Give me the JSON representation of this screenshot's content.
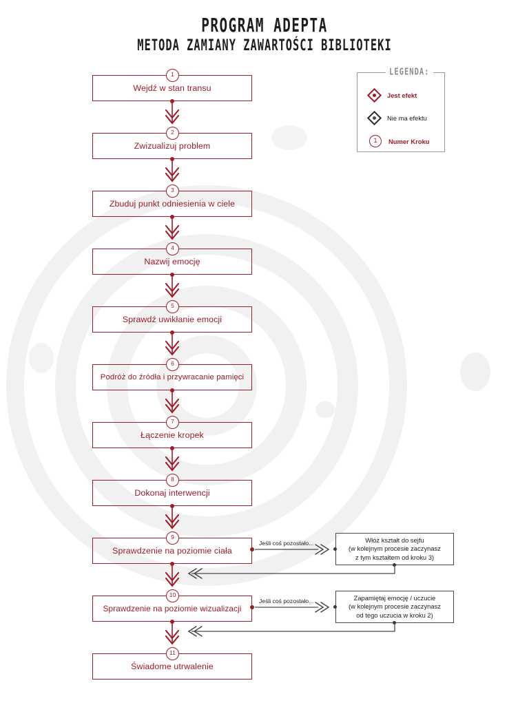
{
  "header": {
    "title": "PROGRAM ADEPTA",
    "subtitle": "METODA ZAMIANY ZAWARTOŚCI BIBLIOTEKI"
  },
  "colors": {
    "accent_red": "#9E1B2A",
    "dark": "#1d1d1d",
    "gray_line": "#4a4a4a",
    "legend_border": "#9a9a9a",
    "background": "#ffffff",
    "watermark": "#f1f1f1"
  },
  "steps": [
    {
      "number": "1",
      "label": "Wejdź w stan transu"
    },
    {
      "number": "2",
      "label": "Zwizualizuj problem"
    },
    {
      "number": "3",
      "label": "Zbuduj punkt odniesienia w ciele"
    },
    {
      "number": "4",
      "label": "Nazwij emocję"
    },
    {
      "number": "5",
      "label": "Sprawdź uwikłanie emocji"
    },
    {
      "number": "6",
      "label": "Podróż do źródła i przywracanie pamięci"
    },
    {
      "number": "7",
      "label": "Łączenie kropek"
    },
    {
      "number": "8",
      "label": "Dokonaj interwencji"
    },
    {
      "number": "9",
      "label": "Sprawdzenie na poziomie ciała"
    },
    {
      "number": "10",
      "label": "Sprawdzenie na poziomie wizualizacji"
    },
    {
      "number": "11",
      "label": "Świadome utrwalenie"
    }
  ],
  "branches": [
    {
      "condition": "Jeśli coś pozostało...",
      "lines": [
        "Włóż kształt do sejfu",
        "(w kolejnym procesie zaczynasz",
        "z tym kształtem od kroku 3)"
      ]
    },
    {
      "condition": "Jeśli coś pozostało...",
      "lines": [
        "Zapamiętaj emocję / uczucie",
        "(w kolejnym procesie zaczynasz",
        "od tego uczucia w kroku 2)"
      ]
    }
  ],
  "legend": {
    "title": "LEGENDA:",
    "items": [
      {
        "icon": "diamond-red-icon",
        "label": "Jest efekt"
      },
      {
        "icon": "diamond-dark-icon",
        "label": "Nie ma efektu"
      },
      {
        "icon": "circle-number-icon",
        "label": "Numer Kroku",
        "value": "1"
      }
    ]
  }
}
